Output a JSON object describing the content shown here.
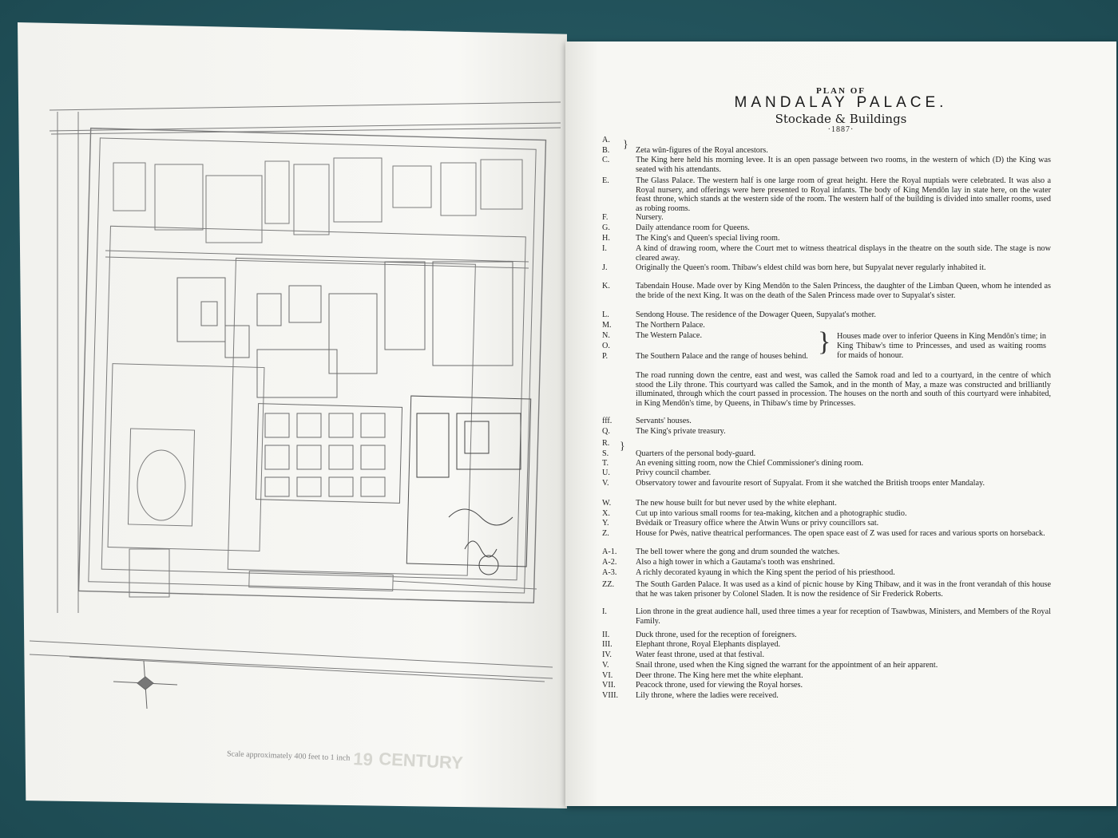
{
  "left_page": {
    "scale_caption": "Scale approximately 400 feet to 1 inch"
  },
  "right_page": {
    "title_line1": "PLAN OF",
    "title_line2": "MANDALAY PALACE.",
    "title_line3": "Stockade & Buildings",
    "title_line4": "·1887·",
    "legend": [
      {
        "key": "A.",
        "desc": ""
      },
      {
        "key": "B.",
        "desc": "Zeta wûn-figures of the Royal ancestors."
      },
      {
        "key": "C.",
        "desc": "The King here held his morning levee. It is an open passage between two rooms, in the western of which (D) the King was seated with his attendants."
      },
      {
        "key": "E.",
        "desc": "The Glass Palace. The western half is one large room of great height. Here the Royal nuptials were celebrated. It was also a Royal nursery, and offerings were here presented to Royal infants. The body of King Mendôn lay in state here, on the water feast throne, which stands at the western side of the room. The western half of the building is divided into smaller rooms, used as robing rooms."
      },
      {
        "key": "F.",
        "desc": "Nursery."
      },
      {
        "key": "G.",
        "desc": "Daily attendance room for Queens."
      },
      {
        "key": "H.",
        "desc": "The King's and Queen's special living room."
      },
      {
        "key": "I.",
        "desc": "A kind of drawing room, where the Court met to witness theatrical displays in the theatre on the south side. The stage is now cleared away."
      },
      {
        "key": "J.",
        "desc": "Originally the Queen's room. Thibaw's eldest child was born here, but Supyalat never regularly inhabited it."
      },
      {
        "key": "K.",
        "desc": "Tabendain House. Made over by King Mendôn to the Salen Princess, the daughter of the Limban Queen, whom he intended as the bride of the next King. It was on the death of the Salen Princess made over to Supyalat's sister."
      },
      {
        "key": "L.",
        "desc": "Sendong House. The residence of the Dowager Queen, Supyalat's mother."
      },
      {
        "key": "M.",
        "desc": "The Northern Palace."
      },
      {
        "key": "N.",
        "desc": "The Western Palace."
      },
      {
        "key": "O.",
        "desc": ""
      },
      {
        "key": "P.",
        "desc": "The Southern Palace and the range of houses behind."
      },
      {
        "key": "",
        "desc": "The road running down the centre, east and west, was called the Samok road and led to a courtyard, in the centre of which stood the Lily throne. This courtyard was called the Samok, and in the month of May, a maze was constructed and brilliantly illuminated, through which the court passed in procession. The houses on the north and south of this courtyard were inhabited, in King Mendôn's time, by Queens, in Thibaw's time by Princesses."
      },
      {
        "key": "fff.",
        "desc": "Servants' houses."
      },
      {
        "key": "Q.",
        "desc": "The King's private treasury."
      },
      {
        "key": "R.",
        "desc": ""
      },
      {
        "key": "S.",
        "desc": "Quarters of the personal body-guard."
      },
      {
        "key": "T.",
        "desc": "An evening sitting room, now the Chief Commissioner's dining room."
      },
      {
        "key": "U.",
        "desc": "Privy council chamber."
      },
      {
        "key": "V.",
        "desc": "Observatory tower and favourite resort of Supyalat. From it she watched the British troops enter Mandalay."
      },
      {
        "key": "W.",
        "desc": "The new house built for but never used by the white elephant."
      },
      {
        "key": "X.",
        "desc": "Cut up into various small rooms for tea-making, kitchen and a photographic studio."
      },
      {
        "key": "Y.",
        "desc": "Bvèdaik or Treasury office where the Atwin Wuns or privy councillors sat."
      },
      {
        "key": "Z.",
        "desc": "House for Pwès, native theatrical performances. The open space east of Z was used for races and various sports on horseback."
      },
      {
        "key": "A-1.",
        "desc": "The bell tower where the gong and drum sounded the watches."
      },
      {
        "key": "A-2.",
        "desc": "Also a high tower in which a Gautama's tooth was enshrined."
      },
      {
        "key": "A-3.",
        "desc": "A richly decorated kyaung in which the King spent the period of his priesthood."
      },
      {
        "key": "ZZ.",
        "desc": "The South Garden Palace. It was used as a kind of picnic house by King Thibaw, and it was in the front verandah of this house that he was taken prisoner by Colonel Sladen. It is now the residence of Sir Frederick Roberts."
      },
      {
        "key": "I.",
        "desc": "Lion throne in the great audience hall, used three times a year for reception of Tsawbwas, Ministers, and Members of the Royal Family."
      },
      {
        "key": "II.",
        "desc": "Duck throne, used for the reception of foreigners."
      },
      {
        "key": "III.",
        "desc": "Elephant throne, Royal Elephants displayed."
      },
      {
        "key": "IV.",
        "desc": "Water feast throne, used at that festival."
      },
      {
        "key": "V.",
        "desc": "Snail throne, used when the King signed the warrant for the appointment of an heir apparent."
      },
      {
        "key": "VI.",
        "desc": "Deer throne. The King here met the white elephant."
      },
      {
        "key": "VII.",
        "desc": "Peacock throne, used for viewing the Royal horses."
      },
      {
        "key": "VIII.",
        "desc": "Lily throne, where the ladies were received."
      }
    ],
    "group_note": "Houses made over to inferior Queens in King Mendôn's time; in King Thibaw's time to Princesses, and used as waiting rooms for maids of honour."
  }
}
